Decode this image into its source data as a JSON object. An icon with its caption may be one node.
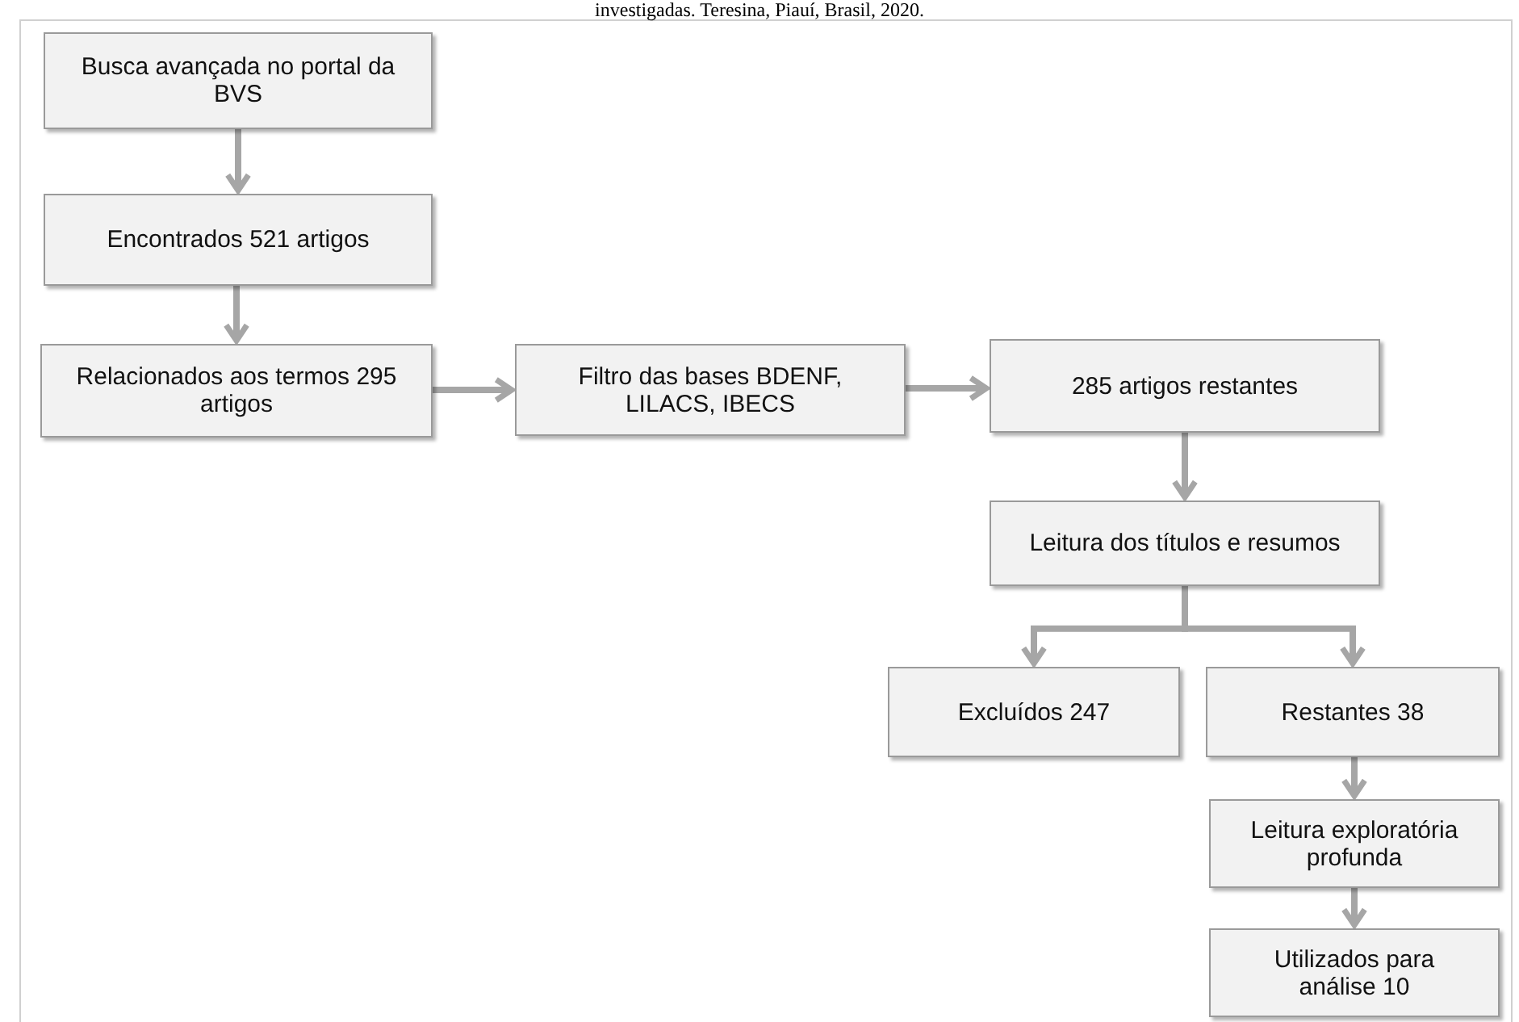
{
  "diagram": {
    "nodes": [
      {
        "text": [
          "Busca avançada no portal da BVS"
        ]
      },
      {
        "text": [
          "Encontrados 521 artigos"
        ]
      },
      {
        "text": [
          "Relacionados aos termos 295 artigos"
        ]
      },
      {
        "text": [
          "Filtro das bases BDENF, LILACS, IBECS"
        ]
      },
      {
        "text": [
          "285 artigos restantes"
        ]
      },
      {
        "text": [
          "Leitura dos títulos e resumos"
        ]
      },
      {
        "text": [
          "Excluídos 247"
        ]
      },
      {
        "text": [
          "Restantes 38"
        ]
      },
      {
        "text": [
          "Leitura exploratória profunda"
        ]
      },
      {
        "text": [
          "Utilizados para análise 10"
        ]
      }
    ],
    "edges": [
      {
        "from": 0,
        "to": 1,
        "arrow": "to"
      },
      {
        "from": 1,
        "to": 2,
        "arrow": "to"
      },
      {
        "from": 2,
        "to": 3,
        "arrow": "to"
      },
      {
        "from": 3,
        "to": 4,
        "arrow": "to"
      },
      {
        "from": 4,
        "to": 5,
        "arrow": "to"
      },
      {
        "from": 5,
        "to": 6,
        "arrow": "to"
      },
      {
        "from": 5,
        "to": 7,
        "arrow": "to"
      },
      {
        "from": 7,
        "to": 8,
        "arrow": "to"
      },
      {
        "from": 8,
        "to": 9,
        "arrow": "to"
      }
    ],
    "labels": [
      "investigadas. Teresina, Piauí, Brasil, 2020."
    ]
  }
}
